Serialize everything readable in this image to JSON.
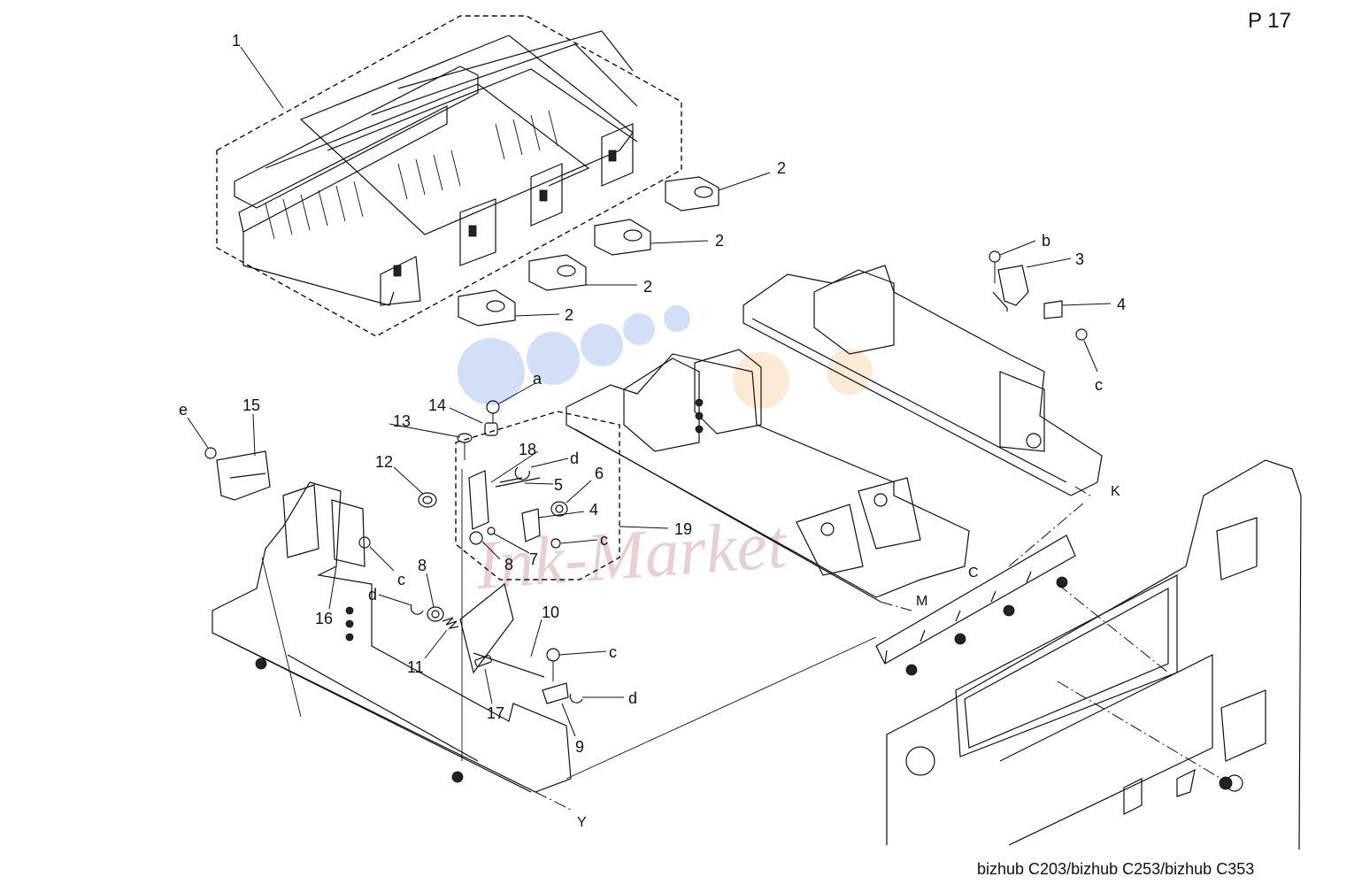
{
  "page_label": "P 17",
  "footer": "bizhub C203/bizhub C253/bizhub C353",
  "watermark": "Ink-Market",
  "watermark_colors": [
    "#7fa6e6",
    "#f6c48a",
    "#c99"
  ],
  "callouts": {
    "n1": "1",
    "n2a": "2",
    "n2b": "2",
    "n2c": "2",
    "n2d": "2",
    "n3": "3",
    "n4a": "4",
    "n4b": "4",
    "n5": "5",
    "n6": "6",
    "n7": "7",
    "n8a": "8",
    "n8b": "8",
    "n9": "9",
    "n10": "10",
    "n11": "11",
    "n12": "12",
    "n13": "13",
    "n14": "14",
    "n15": "15",
    "n16": "16",
    "n17": "17",
    "n18": "18",
    "n19": "19",
    "la": "a",
    "lb": "b",
    "lc1": "c",
    "lc2": "c",
    "lc3": "c",
    "lc4": "c",
    "ld1": "d",
    "ld2": "d",
    "ld3": "d",
    "le": "e",
    "lK": "K",
    "lC": "C",
    "lM": "M",
    "lY": "Y"
  }
}
